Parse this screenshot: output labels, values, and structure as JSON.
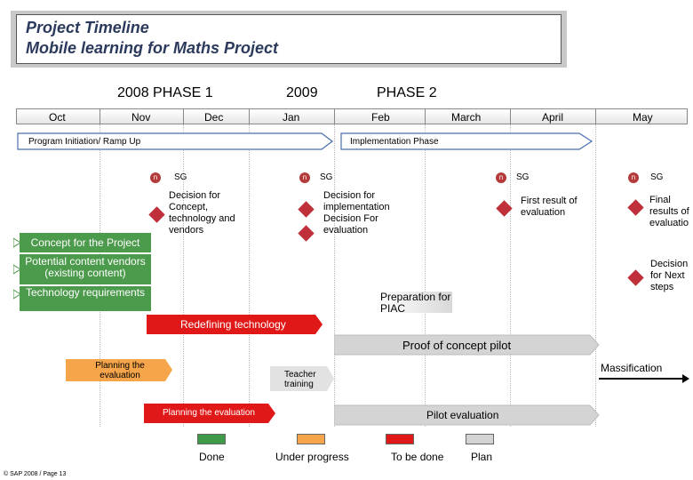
{
  "title": {
    "line1": "Project Timeline",
    "line2": "Mobile learning for Maths Project"
  },
  "phases": {
    "phase1": "2008 PHASE 1",
    "year2009": "2009",
    "phase2": "PHASE 2"
  },
  "months": [
    "Oct",
    "Nov",
    "Dec",
    "Jan",
    "Feb",
    "March",
    "April",
    "May"
  ],
  "arrows": {
    "initiation": "Program Initiation/ Ramp Up",
    "implementation": "Implementation Phase"
  },
  "sg_marker": "n",
  "sg_label": "SG",
  "decisions": {
    "concept": "Decision for Concept, technology and vendors",
    "implementation": "Decision for implementation Decision For evaluation",
    "first_result": "First result of evaluation",
    "final": "Final results of evaluatio",
    "next_steps": "Decision for Next steps"
  },
  "tasks": {
    "concept": "Concept for the Project",
    "vendors": "Potential content vendors (existing content)",
    "technology": "Technology requirements",
    "preparation": "Preparation for PIAC",
    "redefining": "Redefining technology",
    "proof": "Proof of concept pilot",
    "planning_eval": "Planning the evaluation",
    "teacher": "Teacher training",
    "massification": "Massification",
    "planning_eval2": "Planning the evaluation",
    "pilot_eval": "Pilot evaluation"
  },
  "legend": [
    {
      "label": "Done",
      "color": "#3f9a4a"
    },
    {
      "label": "Under progress",
      "color": "#f6a54a"
    },
    {
      "label": "To be done",
      "color": "#e01818"
    },
    {
      "label": "Plan",
      "color": "#d4d4d4"
    }
  ],
  "footer": "© SAP 2008 / Page 13",
  "colors": {
    "done": "#4c9a4c",
    "red": "#e01818",
    "orange": "#f6a54a",
    "grey": "#d4d4d4"
  }
}
